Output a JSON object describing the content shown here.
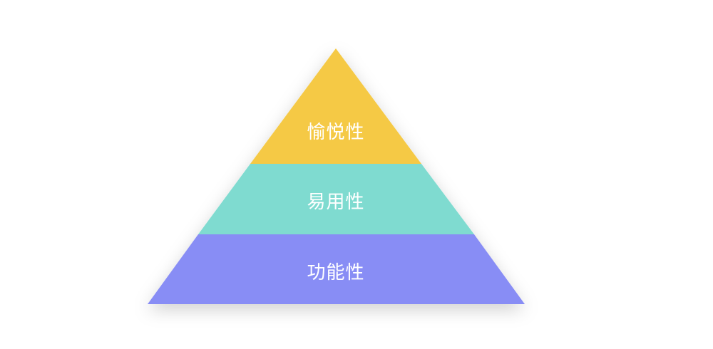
{
  "pyramid": {
    "levels": [
      {
        "label": "愉悦性",
        "color": "#F5C945"
      },
      {
        "label": "易用性",
        "color": "#7FDBD0"
      },
      {
        "label": "功能性",
        "color": "#888DF5"
      }
    ]
  }
}
